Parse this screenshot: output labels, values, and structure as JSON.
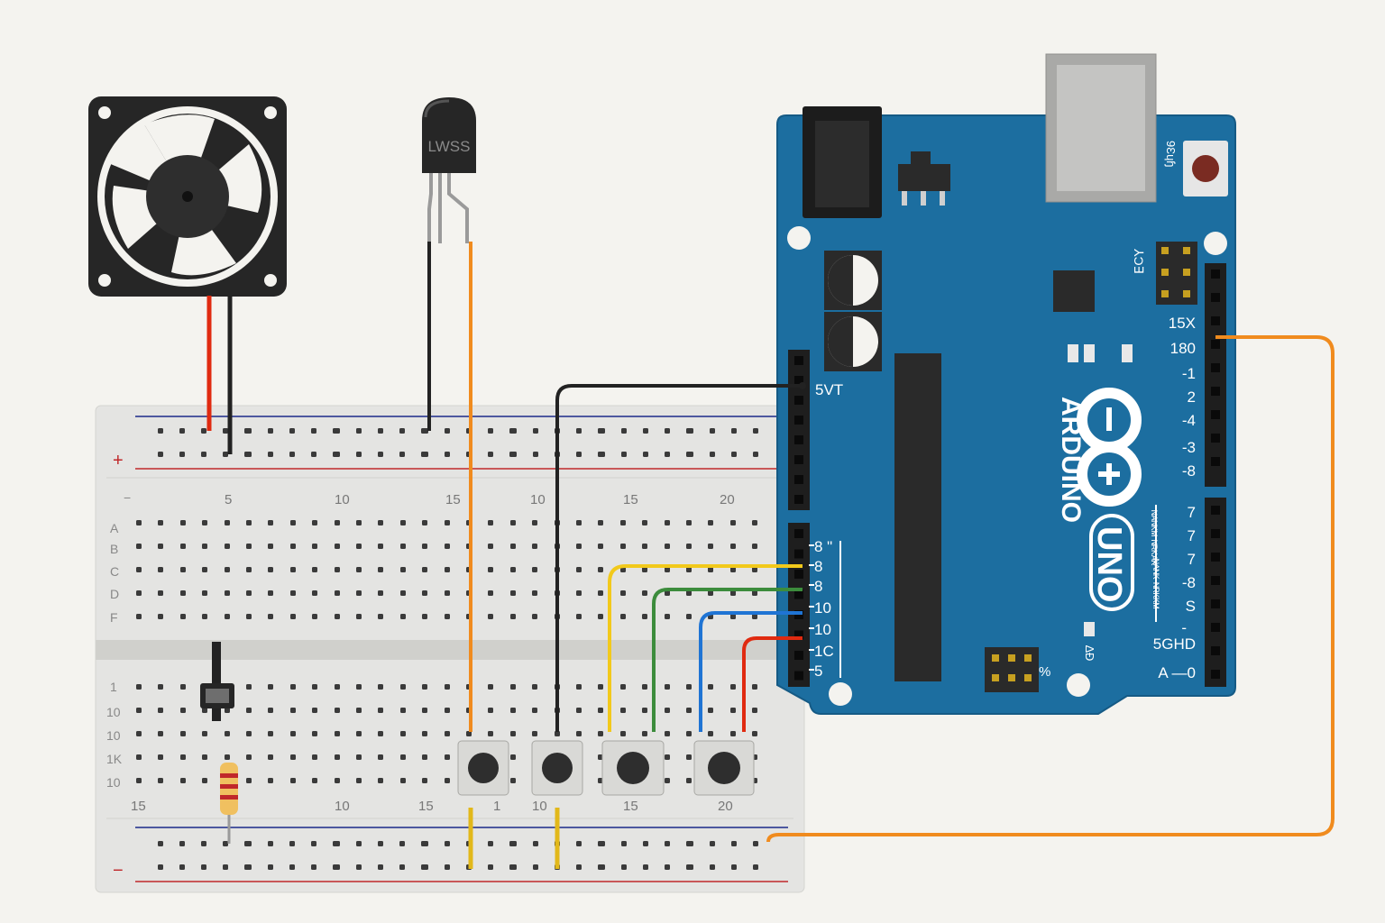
{
  "colors": {
    "background": "#f4f3ef",
    "breadboard": "#e4e4e2",
    "board": "#1c6ea0",
    "wire_red": "#e02a10",
    "wire_black": "#222222",
    "wire_orange": "#f08b1e",
    "wire_yellow": "#f2c91b",
    "wire_green": "#3c8c3c",
    "wire_blue": "#1f74d4"
  },
  "components": {
    "fan": {
      "icon": "cooling-fan-icon"
    },
    "sensor": {
      "label": "LWSS",
      "icon": "to92-sensor-icon"
    },
    "pushbuttons": {
      "count": 4,
      "icon": "pushbutton-icon"
    },
    "resistor": {
      "icon": "resistor-icon"
    },
    "capacitor": {
      "icon": "capacitor-icon"
    }
  },
  "breadboard": {
    "rail_plus": "+",
    "rail_minus": "−",
    "rail_minus_bottom": "−",
    "top_numbers": [
      "5",
      "10",
      "15",
      "10",
      "15",
      "20"
    ],
    "bottom_numbers": [
      "15",
      "10",
      "15",
      "1",
      "10",
      "15",
      "20"
    ],
    "rows_upper": [
      "A",
      "B",
      "C",
      "D",
      "F"
    ],
    "rows_lower": [
      "1",
      "10",
      "10",
      "1K",
      "10"
    ]
  },
  "arduino": {
    "brand": "ARDUINO",
    "model": "UNO",
    "left_header_label": "5VT",
    "left_pins": [
      "8 \"",
      "8",
      "8",
      "10",
      "10",
      "1C",
      "5"
    ],
    "right_pins_top": [
      "15X",
      "180",
      "-1",
      "2",
      "-4",
      "-3",
      "-8"
    ],
    "right_pins_bottom": [
      "7",
      "7",
      "7",
      "-8",
      "S",
      "-",
      "5GHD",
      "A  —0"
    ],
    "reset_label": "9Ɛɥɧ",
    "icsp_label": "⅄Ɔ∃",
    "side_text_1": "ᴺᴬᴺᴷᴹ ᴺᴿᴷᴬᴷ",
    "side_text_2": "ᴺᴬᴺᴷ ᴺᴿᴷᴷᴹ",
    "small_mark": "%",
    "small_mark2": "∆Ɖ"
  }
}
